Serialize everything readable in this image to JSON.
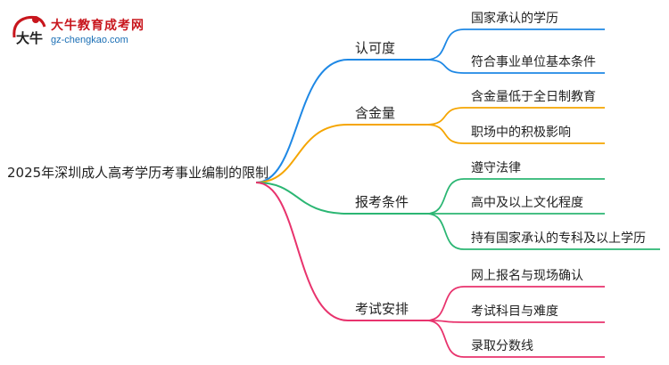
{
  "logo": {
    "name": "大牛教育成考网",
    "url": "gz-chengkao.com",
    "mark_text": "大牛"
  },
  "mindmap": {
    "root": "2025年深圳成人高考学历考事业编制的限制",
    "branches": [
      {
        "label": "认可度",
        "color": "#1e88e5",
        "children": [
          "国家承认的学历",
          "符合事业单位基本条件"
        ]
      },
      {
        "label": "含金量",
        "color": "#f5a500",
        "children": [
          "含金量低于全日制教育",
          "职场中的积极影响"
        ]
      },
      {
        "label": "报考条件",
        "color": "#2bb673",
        "children": [
          "遵守法律",
          "高中及以上文化程度",
          "持有国家承认的专科及以上学历"
        ]
      },
      {
        "label": "考试安排",
        "color": "#e8336d",
        "children": [
          "网上报名与现场确认",
          "考试科目与难度",
          "录取分数线"
        ]
      }
    ]
  }
}
